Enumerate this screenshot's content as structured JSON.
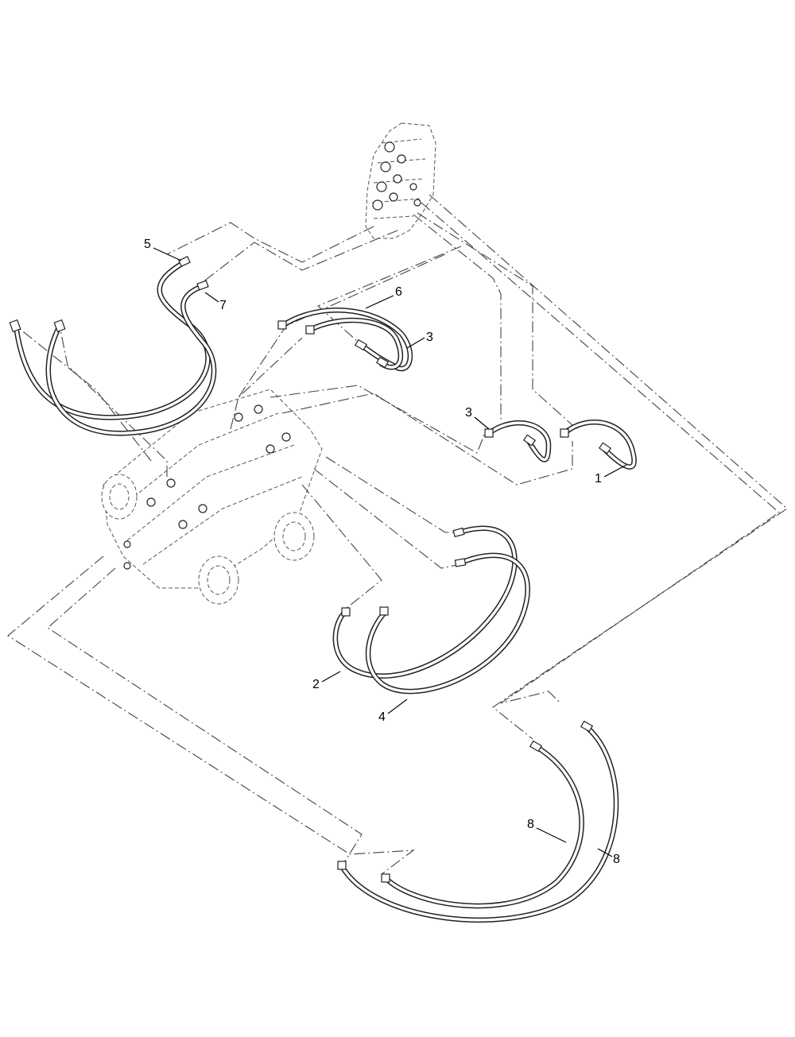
{
  "diagram": {
    "callouts": [
      {
        "id": "c5",
        "label": "5"
      },
      {
        "id": "c7",
        "label": "7"
      },
      {
        "id": "c6",
        "label": "6"
      },
      {
        "id": "c3a",
        "label": "3"
      },
      {
        "id": "c3b",
        "label": "3"
      },
      {
        "id": "c1",
        "label": "1"
      },
      {
        "id": "c2",
        "label": "2"
      },
      {
        "id": "c4",
        "label": "4"
      },
      {
        "id": "c8a",
        "label": "8"
      },
      {
        "id": "c8b",
        "label": "8"
      }
    ]
  }
}
